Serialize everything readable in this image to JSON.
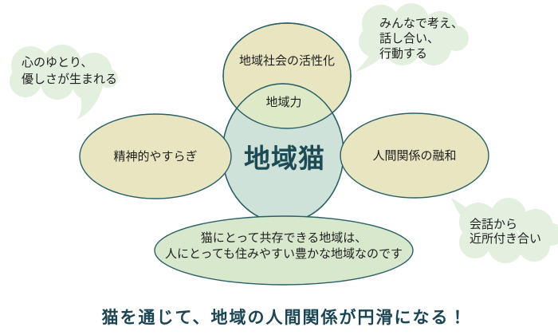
{
  "diagram": {
    "center": {
      "label": "地域猫"
    },
    "lens": {
      "label": "地域力"
    },
    "nodes": {
      "top": {
        "label": "地域社会の活性化"
      },
      "left": {
        "label": "精神的やすらぎ"
      },
      "right": {
        "label": "人間関係の融和"
      },
      "bottom": {
        "lines": [
          "猫にとって共存できる地域は、",
          "人にとっても住みやすい豊かな地域なのです"
        ]
      }
    },
    "clouds": {
      "top_left": {
        "lines": [
          "心のゆとり、",
          "優しさが生まれる"
        ]
      },
      "top_right": {
        "lines": [
          "みんなで考え、",
          "話し合い、",
          "行動する"
        ]
      },
      "bottom_right": {
        "lines": [
          "会話から",
          "近所付き合い"
        ]
      }
    },
    "headline": "猫を通じて、地域の人間関係が円滑になる！",
    "colors": {
      "stroke": "#2b5f66",
      "node_fill": "#e8e5c1",
      "center_fill": "#cfe2d9",
      "lens_fill": "#dee9c7",
      "bottom_fill": "#d8e8cd",
      "cloud_fill": "#e3efdf",
      "center_text": "#1c4a55",
      "headline_text": "#1b4553",
      "label_text": "#1f1f1f",
      "background": "#ffffff"
    }
  }
}
